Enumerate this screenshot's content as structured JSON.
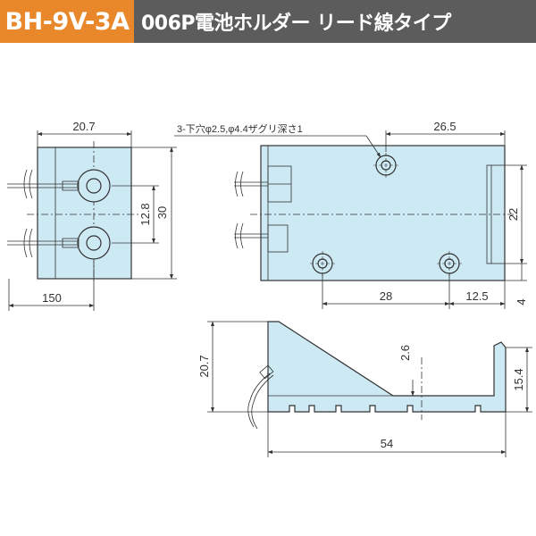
{
  "header": {
    "model": "BH-9V-3A",
    "title": "006P電池ホルダー リード線タイプ"
  },
  "colors": {
    "header_model_bg": "#e8882a",
    "header_title_bg": "#5c5c5c",
    "part_fill": "#cde9f4",
    "line": "#333333"
  },
  "dims": {
    "front_width": "20.7",
    "hole_pitch": "12.8",
    "height": "30",
    "lead_length": "150",
    "hole_note": "3-下穴φ2.5,φ4.4ザグリ深さ1",
    "hole_offset_top": "26.5",
    "slot_height": "22",
    "hole_spacing": "28",
    "hole_offset_end": "12.5",
    "bottom_offset": "4",
    "side_height": "20.7",
    "base_thickness": "2.6",
    "end_wall_height": "15.4",
    "length": "54"
  }
}
